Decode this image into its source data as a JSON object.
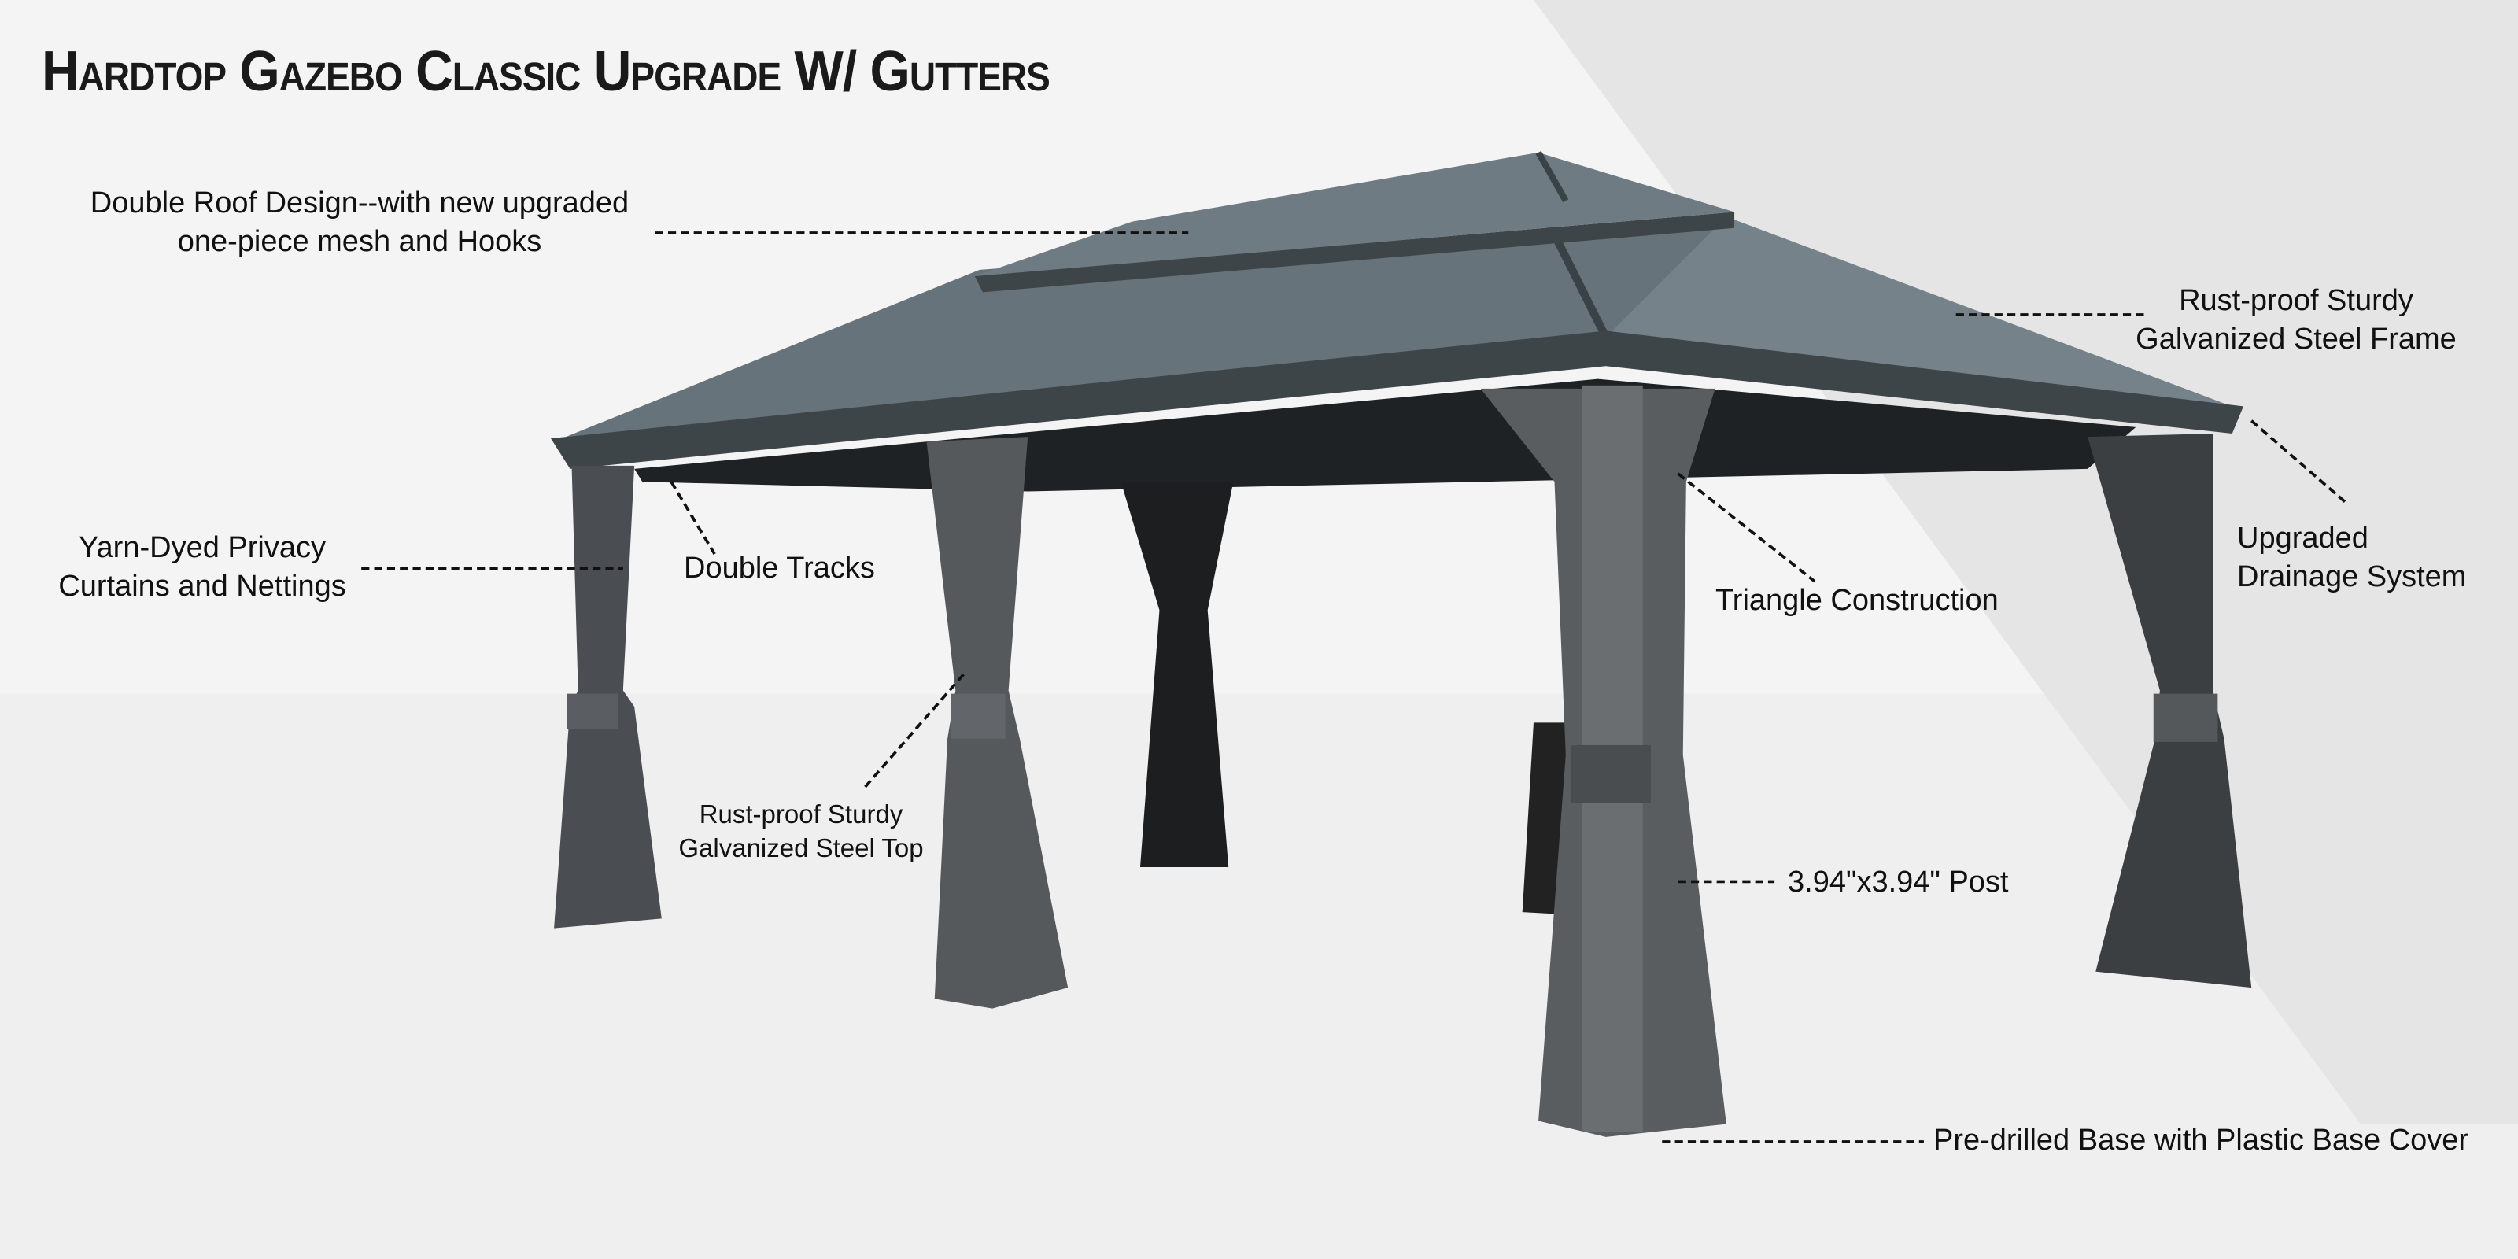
{
  "title": "Hardtop Gazebo Classic Upgrade W/ Gutters",
  "callouts": {
    "double_roof": [
      "Double Roof Design--with new upgraded",
      "one-piece mesh and Hooks"
    ],
    "frame": [
      "Rust-proof Sturdy",
      "Galvanized Steel Frame"
    ],
    "curtains": [
      "Yarn-Dyed Privacy",
      "Curtains and Nettings"
    ],
    "tracks": "Double Tracks",
    "triangle": "Triangle Construction",
    "drainage": [
      "Upgraded",
      "Drainage System"
    ],
    "top": [
      "Rust-proof Sturdy",
      "Galvanized Steel Top"
    ],
    "post": "3.94\"x3.94\" Post",
    "base": "Pre-drilled Base with Plastic Base Cover"
  },
  "colors": {
    "roof": "#5f6a70",
    "frame": "#3e4549",
    "curtain": "#4a4d50",
    "background": "#f4f4f4"
  }
}
